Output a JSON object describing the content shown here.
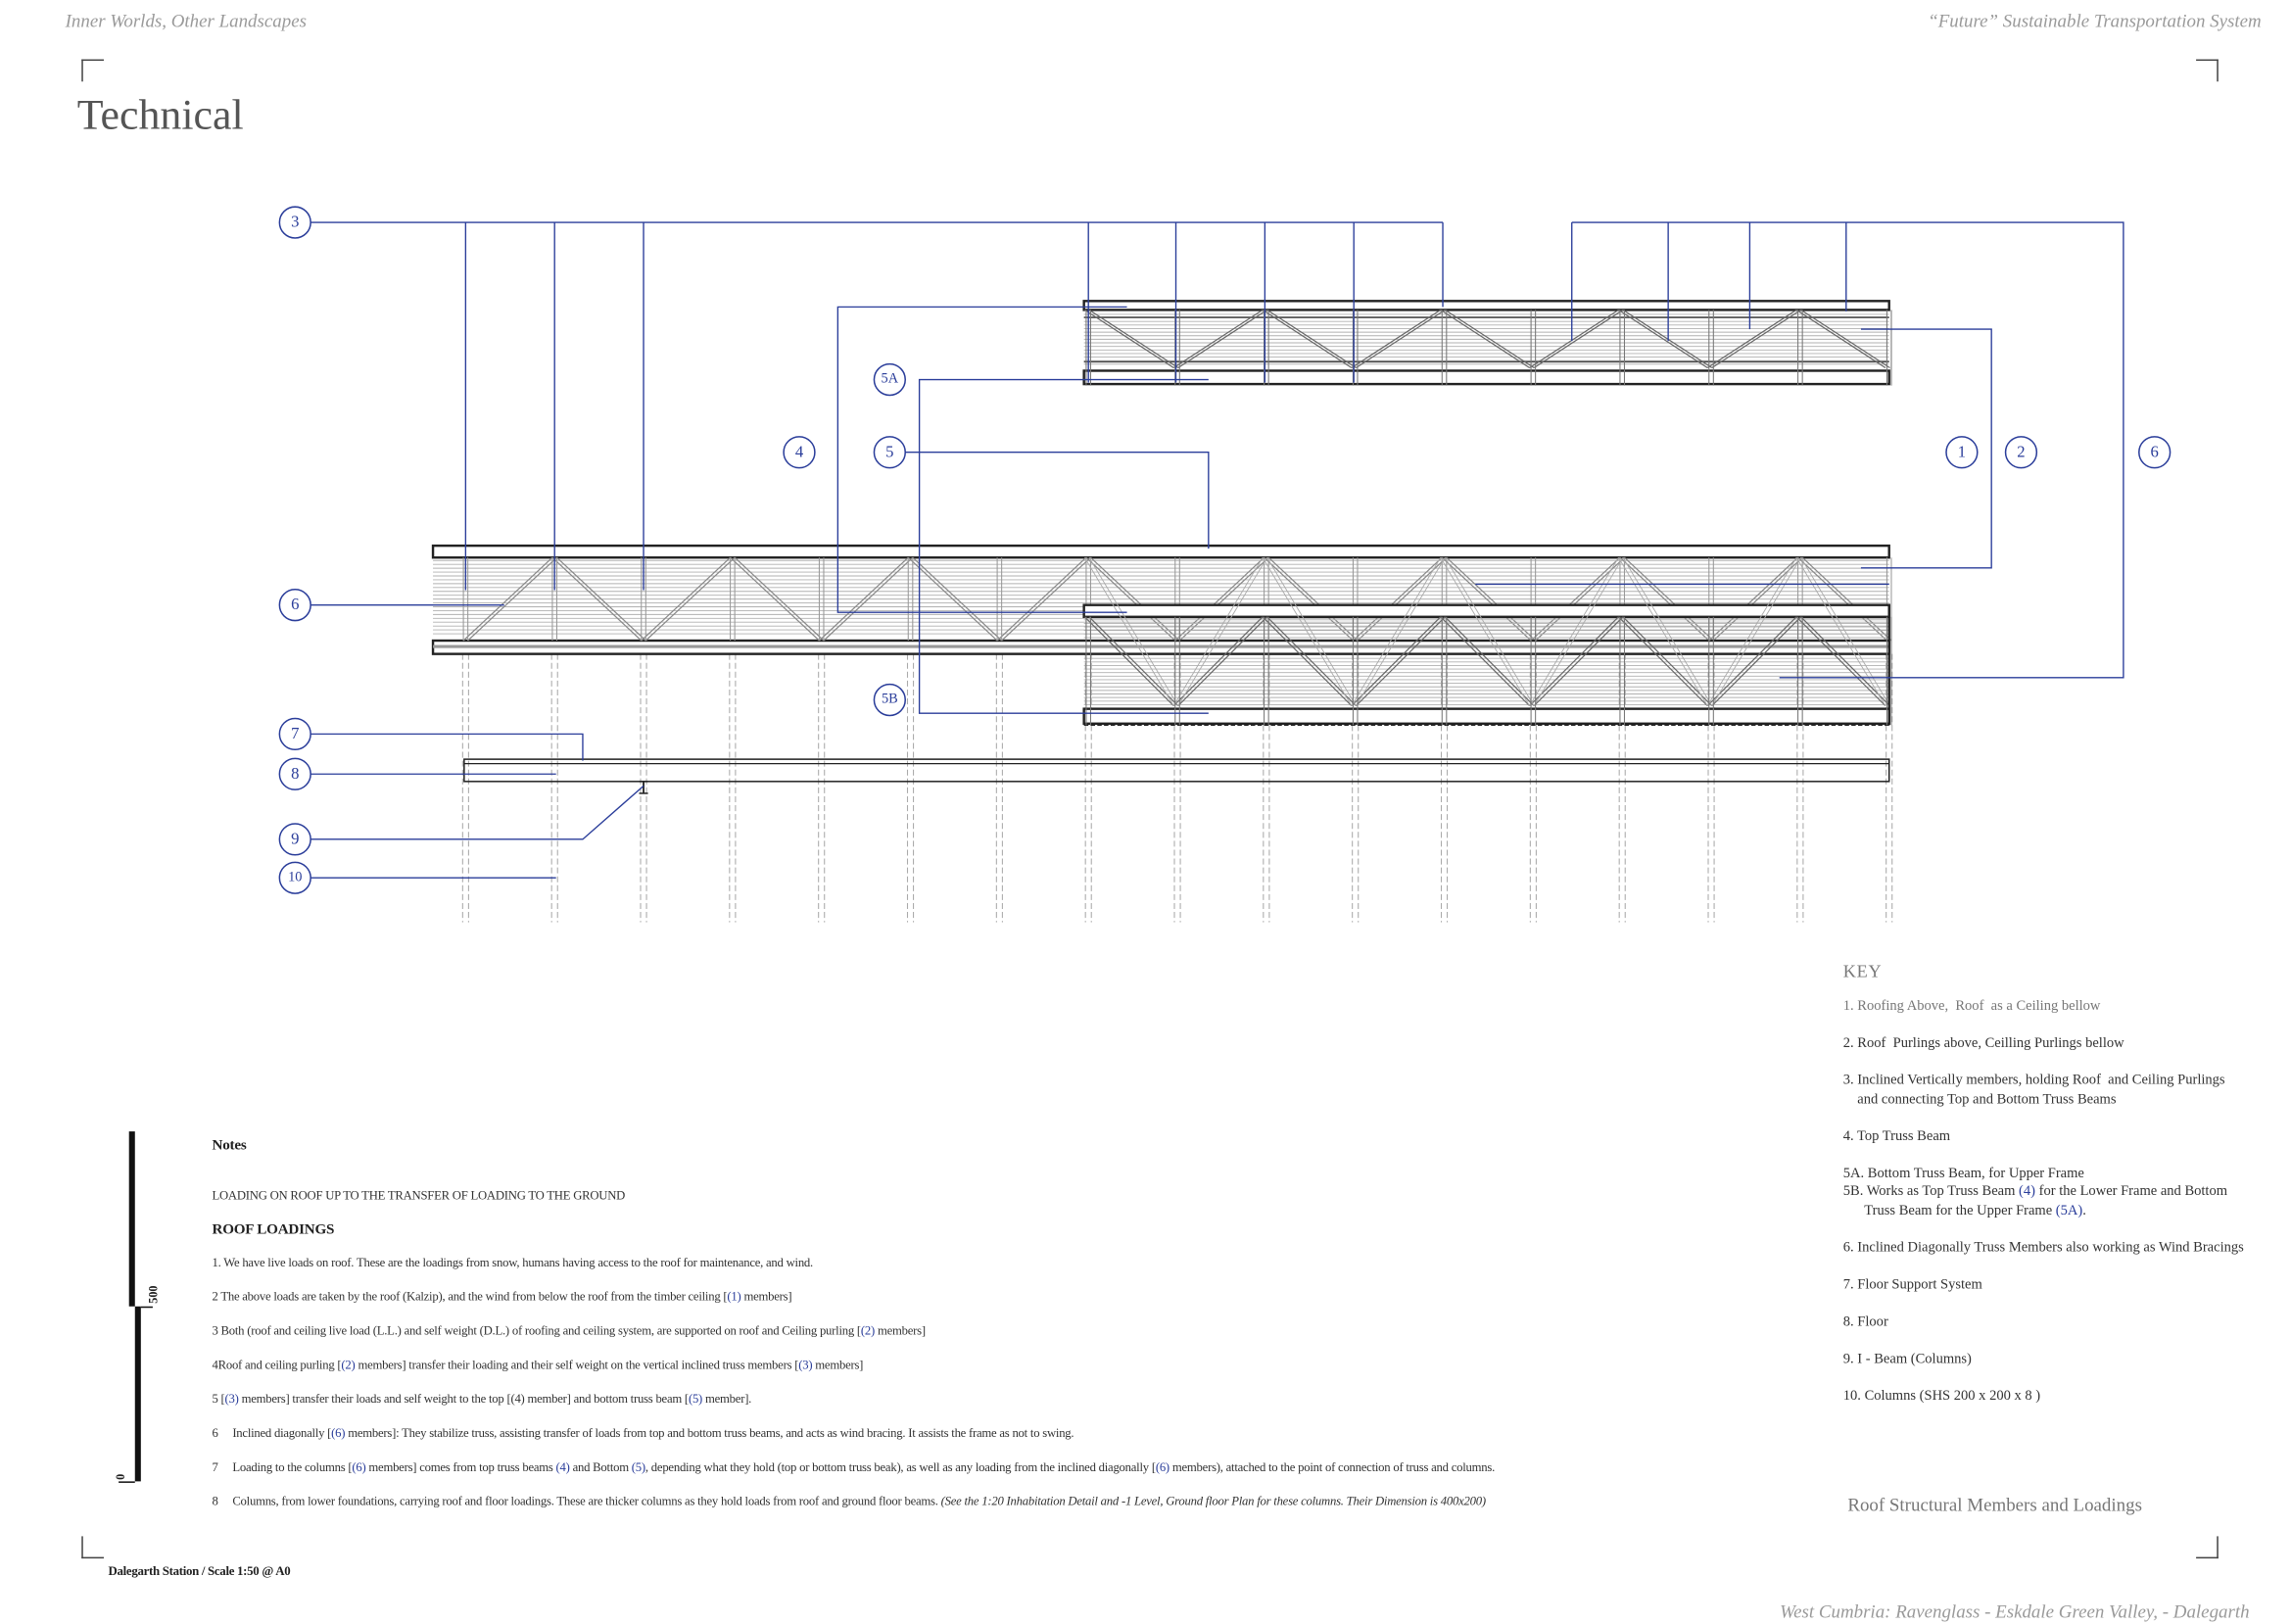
{
  "header": {
    "project_title": "Inner Worlds, Other Landscapes",
    "subject_title": "“Future” Sustainable Transportation System",
    "section_title": "Technical"
  },
  "callouts": {
    "c1": "1",
    "c2": "2",
    "c3": "3",
    "c4": "4",
    "c5": "5",
    "c5a": "5A",
    "c5b": "5B",
    "c6": "6",
    "c7": "7",
    "c8": "8",
    "c9": "9",
    "c10": "10"
  },
  "key": {
    "title": "KEY",
    "items": [
      {
        "lines": [
          [
            {
              "t": "1. Roofing Above,  Roof  as a Ceiling bellow"
            }
          ]
        ]
      },
      {
        "lines": [
          [
            {
              "t": "2. Roof  Purlings above, Ceilling Purlings bellow"
            }
          ]
        ]
      },
      {
        "lines": [
          [
            {
              "t": "3. Inclined Vertically members, holding Roof  and Ceiling Purlings"
            }
          ],
          [
            {
              "t": "    and connecting Top and Bottom Truss Beams"
            }
          ]
        ]
      },
      {
        "lines": [
          [
            {
              "t": "4. Top Truss Beam"
            }
          ]
        ]
      },
      {
        "lines": [
          [
            {
              "t": "5A. Bottom Truss Beam, for Upper Frame"
            }
          ]
        ],
        "tight": true
      },
      {
        "lines": [
          [
            {
              "t": "5B. Works as Top Truss Beam "
            },
            {
              "t": "(4)",
              "ref": true
            },
            {
              "t": " for the Lower Frame and Bottom"
            }
          ],
          [
            {
              "t": "      Truss Beam for the Upper Frame "
            },
            {
              "t": "(5A)",
              "ref": true
            },
            {
              "t": "."
            }
          ]
        ]
      },
      {
        "lines": [
          [
            {
              "t": "6. Inclined Diagonally Truss Members also working as Wind Bracings"
            }
          ]
        ]
      },
      {
        "lines": [
          [
            {
              "t": "7. Floor Support System"
            }
          ]
        ]
      },
      {
        "lines": [
          [
            {
              "t": "8. Floor"
            }
          ]
        ]
      },
      {
        "lines": [
          [
            {
              "t": "9. I - Beam (Columns)"
            }
          ]
        ]
      },
      {
        "lines": [
          [
            {
              "t": "10. Columns (SHS 200 x 200 x 8 )"
            }
          ]
        ]
      }
    ],
    "drawing_title": "Roof  Structural Members and Loadings"
  },
  "notes": {
    "heading": "Notes",
    "subheading": "LOADING ON ROOF UP TO THE TRANSFER OF LOADING TO THE GROUND",
    "section": "ROOF LOADINGS",
    "items": [
      [
        {
          "t": "1. We have live loads on roof. These are the loadings from snow, humans having access to the roof for maintenance, and wind."
        }
      ],
      [
        {
          "t": "2 The above loads are taken by the roof (Kalzip), and the wind from below the roof from the timber ceiling ["
        },
        {
          "t": "(1)",
          "ref": true
        },
        {
          "t": " members]"
        }
      ],
      [
        {
          "t": "3 Both (roof and ceiling live load (L.L.) and self weight (D.L.) of roofing and ceiling system, are supported on roof and Ceiling purling ["
        },
        {
          "t": "(2)",
          "ref": true
        },
        {
          "t": " members]"
        }
      ],
      [
        {
          "t": "4Roof and ceiling purling ["
        },
        {
          "t": "(2)",
          "ref": true
        },
        {
          "t": " members] transfer their loading and their self weight on the vertical inclined truss members ["
        },
        {
          "t": "(3)",
          "ref": true
        },
        {
          "t": " members]"
        }
      ],
      [
        {
          "t": "5 ["
        },
        {
          "t": "(3)",
          "ref": true
        },
        {
          "t": " members] transfer their loads and self weight to the top [(4) member] and bottom truss beam ["
        },
        {
          "t": "(5)",
          "ref": true
        },
        {
          "t": " member]."
        }
      ],
      [
        {
          "t": "6     Inclined diagonally ["
        },
        {
          "t": "(6)",
          "ref": true
        },
        {
          "t": " members]: They stabilize truss, assisting transfer of loads from top and bottom truss beams, and acts as wind bracing. It assists the frame as not to swing."
        }
      ],
      [
        {
          "t": "7     Loading to the columns ["
        },
        {
          "t": "(6)",
          "ref": true
        },
        {
          "t": " members] comes from top truss beams "
        },
        {
          "t": "(4)",
          "ref": true
        },
        {
          "t": " and Bottom "
        },
        {
          "t": "(5)",
          "ref": true
        },
        {
          "t": ", depending what they hold (top or bottom truss beak), as well as any loading from the inclined diagonally ["
        },
        {
          "t": "(6)",
          "ref": true
        },
        {
          "t": " members), attached to the point of connection of truss and columns."
        }
      ],
      [
        {
          "t": "8     Columns, from lower foundations, carrying roof and floor loadings. These are thicker columns as they hold loads from roof and ground floor beams. "
        },
        {
          "t": "(See the 1:20 Inhabitation Detail and -1 Level, Ground floor Plan for these columns. Their Dimension is 400x200)",
          "ital": true
        }
      ]
    ]
  },
  "scale_bar": {
    "label_top": "500",
    "label_bottom": "0"
  },
  "sheet_label": "Dalegarth Station /  Scale 1:50 @ A0",
  "footer": "West Cumbria: Ravenglass - Eskdale Green Valley, - Dalegarth",
  "colors": {
    "leader": "#2a3d9a",
    "structure": "#222222",
    "hatch": "#9a9a9a"
  }
}
